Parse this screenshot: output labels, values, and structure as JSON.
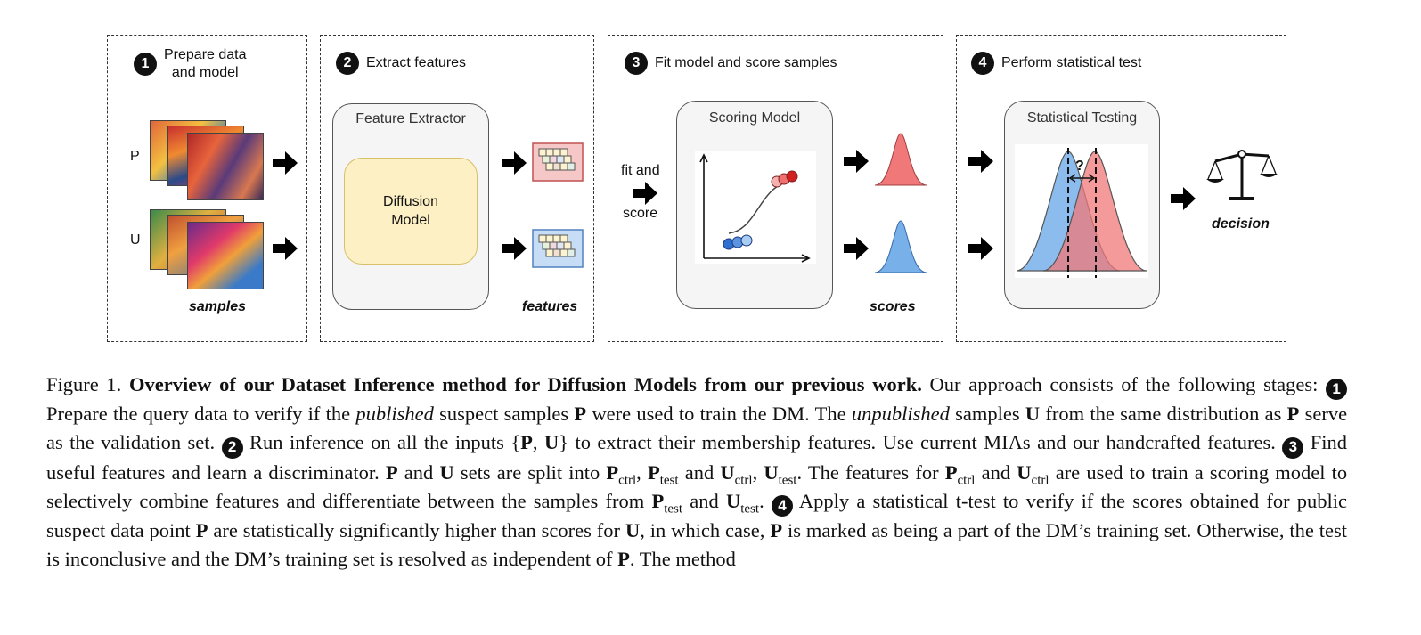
{
  "figure": {
    "stage1": {
      "number": "1",
      "title_line1": "Prepare data",
      "title_line2": "and model",
      "label_p": "P",
      "label_u": "U",
      "bottom_label": "samples"
    },
    "stage2": {
      "number": "2",
      "title": "Extract features",
      "box_title": "Feature Extractor",
      "inner_line1": "Diffusion",
      "inner_line2": "Model",
      "bottom_label": "features"
    },
    "stage3": {
      "number": "3",
      "title": "Fit model and score samples",
      "fit_line1": "fit and",
      "fit_line2": "score",
      "box_title": "Scoring Model",
      "bottom_label": "scores"
    },
    "stage4": {
      "number": "4",
      "title": "Perform statistical test",
      "box_title": "Statistical Testing",
      "question": "?",
      "decision_label": "decision"
    },
    "colors": {
      "red": "#f07878",
      "blue": "#78b0ea",
      "yellow": "#fdf0c4",
      "box_bg": "#f5f5f5"
    }
  },
  "caption": {
    "fig_label": "Figure 1.",
    "bold_title": "Overview of our Dataset Inference method for Diffusion Models from our previous work.",
    "t1": "Our approach consists of the following stages:",
    "n1": "1",
    "t2": "Prepare the query data to verify if the",
    "published": "published",
    "t3": "suspect samples",
    "P": "P",
    "t4": "were used to train the DM. The",
    "unpublished": "unpublished",
    "t5": "samples",
    "U": "U",
    "t6": "from the same distribution as",
    "t7": "serve as the validation set.",
    "n2": "2",
    "t8": "Run inference on all the inputs",
    "set_open": "{",
    "comma": ",",
    "set_close": "}",
    "t9": "to extract their membership features. Use current MIAs and our handcrafted features.",
    "n3": "3",
    "t10": "Find useful features and learn a discriminator.",
    "t11": "and",
    "t12": "sets are split into",
    "ctrl": "ctrl",
    "test": "test",
    "t13": "The features for",
    "t14": "are used to train a scoring model to selectively combine features and differentiate between the samples from",
    "n4": "4",
    "t15": "Apply a statistical t-test to verify if the scores obtained for public suspect data point",
    "t16": "are statistically significantly higher than scores for",
    "t17": ", in which case,",
    "t18": "is marked as being a part of the DM’s training set. Otherwise, the test is inconclusive and the DM’s training set is resolved as independent of",
    "t19": ". The method"
  }
}
